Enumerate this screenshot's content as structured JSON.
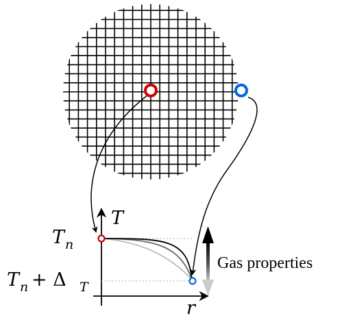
{
  "diagram": {
    "labels": {
      "y_axis": "T",
      "x_axis": "r",
      "tn_main": "T",
      "tn_sub": "n",
      "tn_delta_main": "T",
      "tn_delta_sub": "n",
      "tn_delta_op": "+ Δ",
      "tn_delta_op_sub": "T",
      "gas_properties": "Gas properties"
    },
    "colors": {
      "center_point": "#cc0000",
      "edge_point": "#0066dd",
      "grid_lines": "#000000",
      "curve_dark": "#000000",
      "curve_mid": "#666666",
      "curve_light": "#bbbbbb",
      "reference_lines": "#bbbbbb"
    }
  }
}
